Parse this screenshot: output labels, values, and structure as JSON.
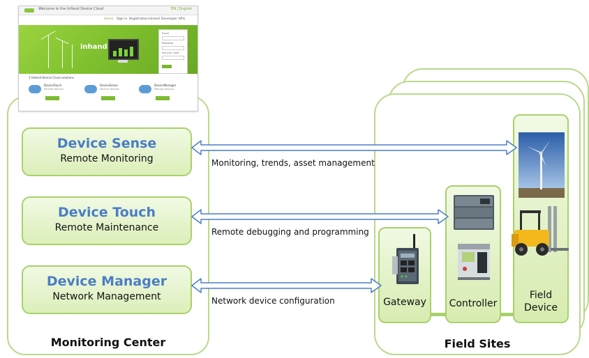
{
  "website": {
    "welcome": "Welcome to the InHand Device Cloud",
    "lang": "EN | English",
    "nav": [
      "Home",
      "Sign in",
      "Registration",
      "InHand",
      "Developer APIs"
    ],
    "logo": "inhand",
    "login_labels": [
      "Email",
      "Password",
      "Security Code"
    ],
    "solutions_heading": "3 InHand Device Cloud solutions",
    "solutions": [
      {
        "name": "DeviceTouch",
        "sub": "Remote devices"
      },
      {
        "name": "DeviceSense",
        "sub": "Monitor devices"
      },
      {
        "name": "DeviceManager",
        "sub": "Manage devices"
      }
    ]
  },
  "monitoring_center": {
    "title": "Monitoring Center",
    "services": [
      {
        "name": "Device Sense",
        "subtitle": "Remote Monitoring"
      },
      {
        "name": "Device Touch",
        "subtitle": "Remote Maintenance"
      },
      {
        "name": "Device Manager",
        "subtitle": "Network Management"
      }
    ]
  },
  "connections": [
    {
      "label": "Monitoring, trends, asset management"
    },
    {
      "label": "Remote debugging and programming"
    },
    {
      "label": "Network device configuration"
    }
  ],
  "field_sites": {
    "title": "Field Sites",
    "columns": [
      {
        "label": "Gateway"
      },
      {
        "label": "Controller"
      },
      {
        "label_line1": "Field",
        "label_line2": "Device"
      }
    ]
  },
  "colors": {
    "panel_border": "#b9d98a",
    "box_border": "#a8d16a",
    "service_name": "#4a7ec5",
    "arrow": "#4a7ec5",
    "site_green": "#7bbd2c"
  }
}
